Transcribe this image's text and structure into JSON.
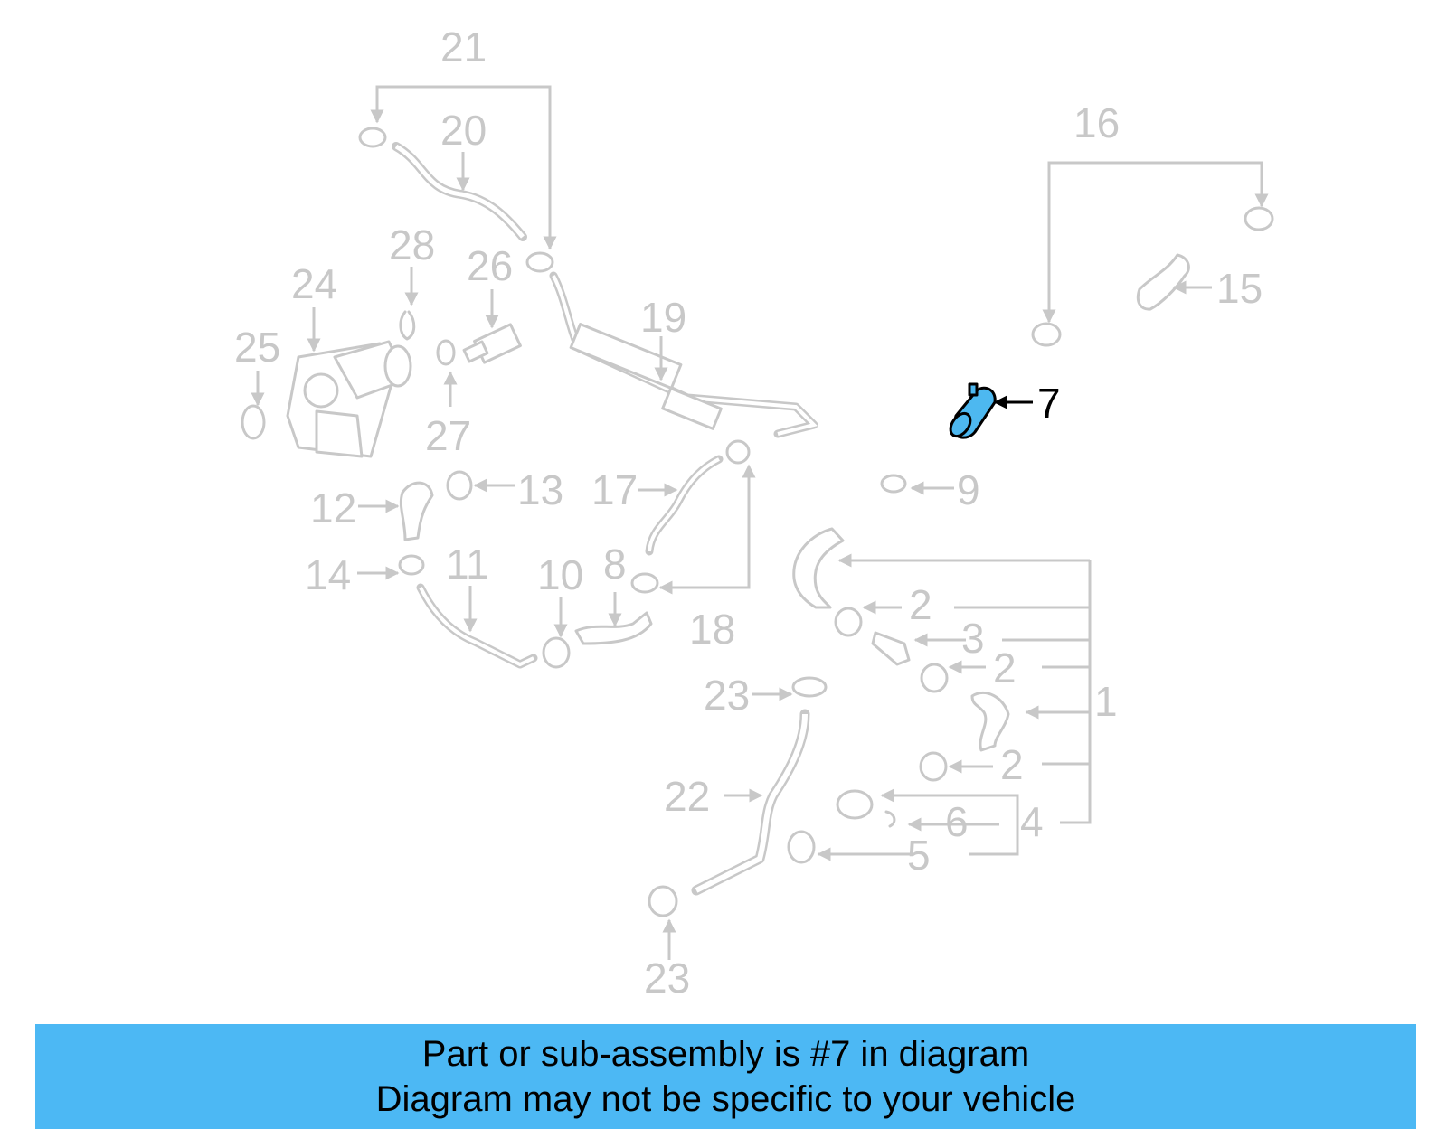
{
  "diagram": {
    "highlight_color": "#4db8f0",
    "callout_color": "#c8c8c8",
    "highlighted_part": "7",
    "labels": {
      "p1": "1",
      "p2a": "2",
      "p2b": "2",
      "p2c": "2",
      "p3": "3",
      "p4": "4",
      "p5": "5",
      "p6": "6",
      "p7": "7",
      "p8": "8",
      "p9": "9",
      "p10": "10",
      "p11": "11",
      "p12": "12",
      "p13": "13",
      "p14": "14",
      "p15": "15",
      "p16": "16",
      "p17": "17",
      "p18": "18",
      "p19": "19",
      "p20": "20",
      "p21": "21",
      "p22": "22",
      "p23a": "23",
      "p23b": "23",
      "p24": "24",
      "p25": "25",
      "p26": "26",
      "p27": "27",
      "p28": "28"
    }
  },
  "banner": {
    "line1": "Part or sub-assembly is #7 in diagram",
    "line2": "Diagram may not be specific to your vehicle",
    "color": "#4cb8f4"
  }
}
